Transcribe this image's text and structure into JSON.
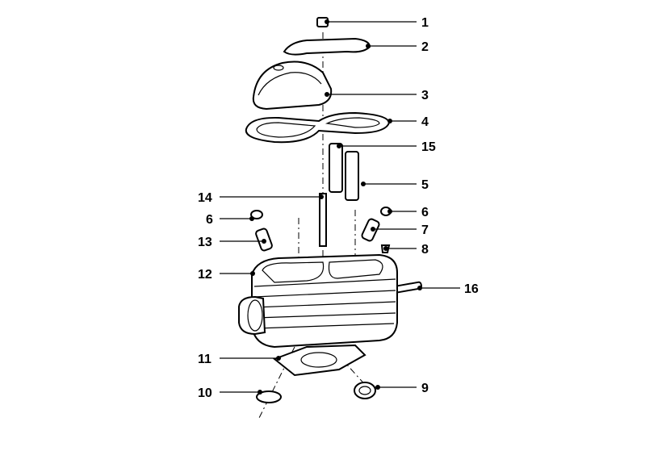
{
  "diagram": {
    "title": "Cylinder head exploded view",
    "callouts": [
      {
        "id": "c1",
        "label": "1"
      },
      {
        "id": "c2",
        "label": "2"
      },
      {
        "id": "c3",
        "label": "3"
      },
      {
        "id": "c4",
        "label": "4"
      },
      {
        "id": "c15",
        "label": "15"
      },
      {
        "id": "c5",
        "label": "5"
      },
      {
        "id": "c14",
        "label": "14"
      },
      {
        "id": "c6l",
        "label": "6"
      },
      {
        "id": "c6r",
        "label": "6"
      },
      {
        "id": "c7",
        "label": "7"
      },
      {
        "id": "c13",
        "label": "13"
      },
      {
        "id": "c8",
        "label": "8"
      },
      {
        "id": "c12",
        "label": "12"
      },
      {
        "id": "c16",
        "label": "16"
      },
      {
        "id": "c11",
        "label": "11"
      },
      {
        "id": "c9",
        "label": "9"
      },
      {
        "id": "c10",
        "label": "10"
      }
    ]
  }
}
